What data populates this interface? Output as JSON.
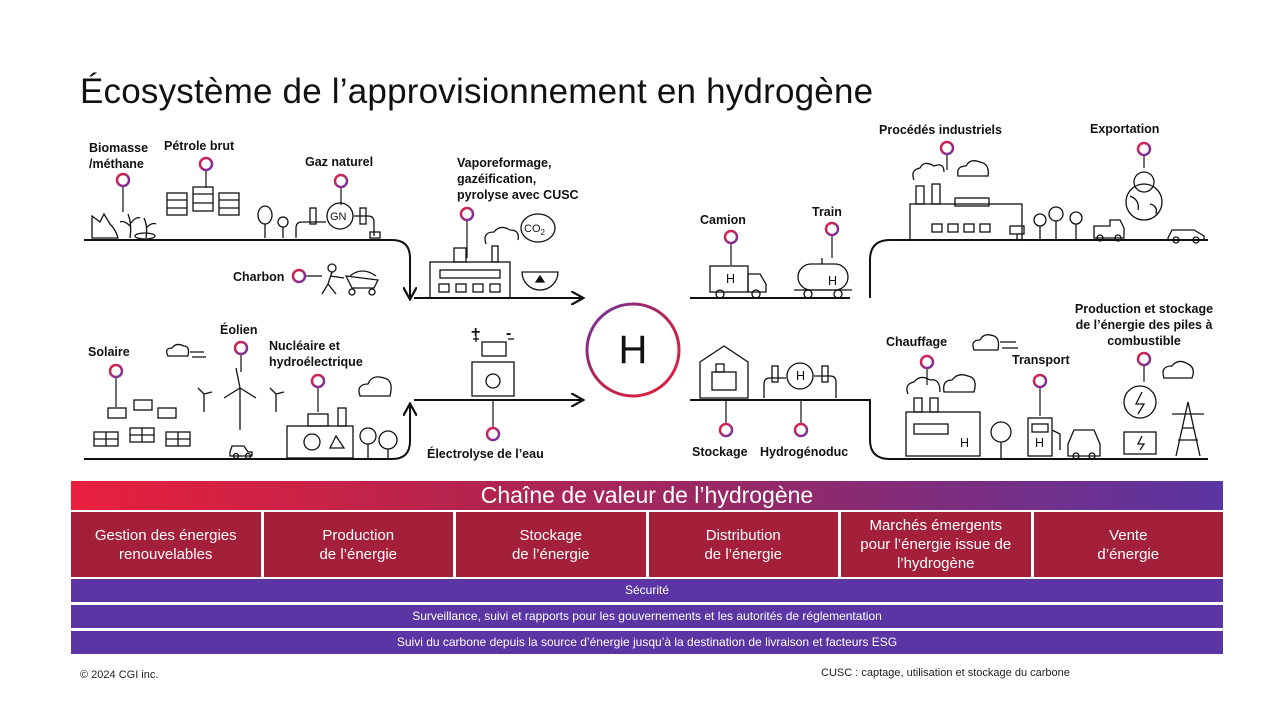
{
  "title": "Écosystème de l’approvisionnement en hydrogène",
  "labels": {
    "biomasse": [
      "Biomasse",
      "/méthane"
    ],
    "petrole": "Pétrole brut",
    "gaz": "Gaz naturel",
    "gaz_symbol": "GN",
    "charbon": "Charbon",
    "vapo": [
      "Vaporeformage,",
      "gazéification,",
      "pyrolyse avec CUSC"
    ],
    "co2": "CO",
    "co2_sub": "2",
    "solaire": "Solaire",
    "eolien": "Éolien",
    "nucleaire": [
      "Nucléaire et",
      "hydroélectrique"
    ],
    "electrolyse": "Électrolyse de l’eau",
    "h": "H",
    "camion": "Camion",
    "train": "Train",
    "stockage": "Stockage",
    "hydrogenoduc": "Hydrogénoduc",
    "procedes": "Procédés industriels",
    "exportation": "Exportation",
    "chauffage": "Chauffage",
    "transport": "Transport",
    "piles": [
      "Production et stockage",
      "de l’énergie des piles à",
      "combustible"
    ],
    "plus": "+",
    "minus": "-",
    "small_h": "H"
  },
  "chain": {
    "title": "Chaîne de valeur de l’hydrogène",
    "cells": [
      "Gestion des énergies\nrenouvelables",
      "Production\nde l’énergie",
      "Stockage\nde l’énergie",
      "Distribution\nde l’énergie",
      "Marchés émergents\npour l’énergie issue de\nl’hydrogène",
      "Vente\nd’énergie"
    ],
    "bars": [
      "Sécurité",
      "Surveillance,  suivi et rapports pour les gouvernements  et les autorités de réglementation",
      "Suivi du carbone depuis la source d’énergie  jusqu’à la destination de livraison  et facteurs ESG"
    ]
  },
  "footer": {
    "copyright": "© 2024 CGI inc.",
    "note": "CUSC :  captage, utilisation et stockage du carbone"
  },
  "colors": {
    "pin_red": "#d81f4a",
    "pin_purple": "#6a35a8",
    "chain_cell": "#a31f3a",
    "bar_purple": "#5a35a3"
  }
}
